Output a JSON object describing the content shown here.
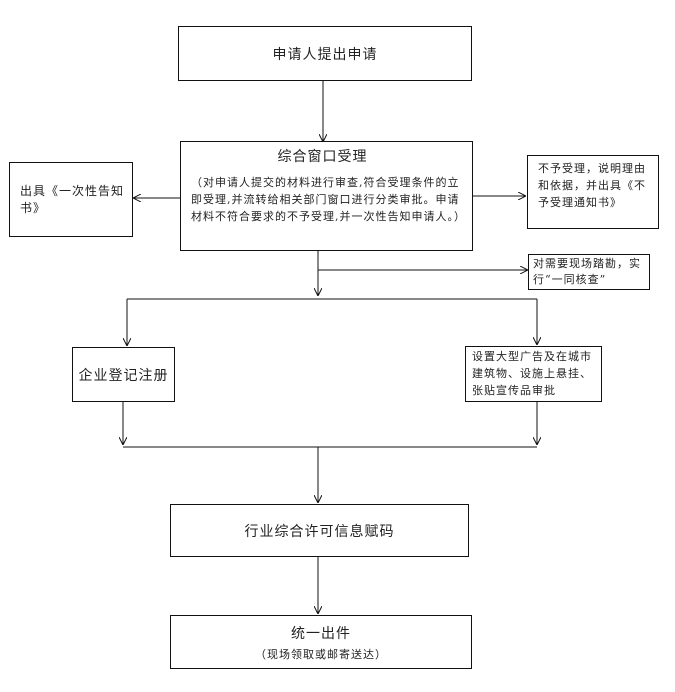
{
  "nodes": {
    "apply": "申请人提出申请",
    "window_title": "综合窗口受理",
    "window_desc": "（对申请人提交的材料进行审查,符合受理条件的立即受理,并流转给相关部门窗口进行分类审批。申请材料不符合要求的不予受理,并一次性告知申请人。）",
    "notice_once": "出具《一次性告知书》",
    "reject": "不予受理，说明理由和依据，并出具《不予受理通知书》",
    "site_check": "对需要现场踏勘，实行“一同核查”",
    "enterprise_reg": "企业登记注册",
    "ad_approval": "设置大型广告及在城市建筑物、设施上悬挂、张贴宣传品审批",
    "info_code": "行业综合许可信息赋码",
    "issue_title": "统一出件",
    "issue_desc": "（现场领取或邮寄送达）"
  }
}
